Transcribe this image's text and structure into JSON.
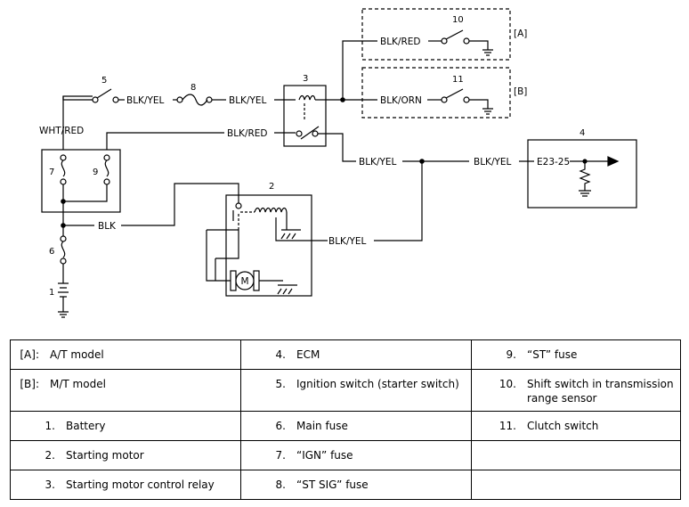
{
  "wires": {
    "w_wht_red": "WHT/RED",
    "w_blk_yel_1": "BLK/YEL",
    "w_blk_yel_2": "BLK/YEL",
    "w_blk_red_top": "BLK/RED",
    "w_blk_orn": "BLK/ORN",
    "w_blk_red_mid": "BLK/RED",
    "w_blk_yel_3": "BLK/YEL",
    "w_blk_yel_4": "BLK/YEL",
    "w_blk": "BLK",
    "w_blk_yel_5": "BLK/YEL",
    "terminal": "E23-25",
    "motor_symbol": "M"
  },
  "tags": {
    "a": "[A]",
    "b": "[B]"
  },
  "numbers": {
    "n1": "1",
    "n2": "2",
    "n3": "3",
    "n4": "4",
    "n5": "5",
    "n6": "6",
    "n7": "7",
    "n8": "8",
    "n9": "9",
    "n10": "10",
    "n11": "11"
  },
  "legend": {
    "rows": [
      [
        {
          "id": "[A]:",
          "text": "A/T model"
        },
        {
          "id": "4.",
          "text": "ECM"
        },
        {
          "id": "9.",
          "text": "“ST” fuse"
        }
      ],
      [
        {
          "id": "[B]:",
          "text": "M/T model"
        },
        {
          "id": "5.",
          "text": "Ignition switch (starter switch)"
        },
        {
          "id": "10.",
          "text": "Shift switch in transmission range sensor"
        }
      ],
      [
        {
          "id": "1.",
          "text": "Battery"
        },
        {
          "id": "6.",
          "text": "Main fuse"
        },
        {
          "id": "11.",
          "text": "Clutch switch"
        }
      ],
      [
        {
          "id": "2.",
          "text": "Starting motor"
        },
        {
          "id": "7.",
          "text": "“IGN” fuse"
        },
        {
          "id": "",
          "text": ""
        }
      ],
      [
        {
          "id": "3.",
          "text": "Starting motor control relay"
        },
        {
          "id": "8.",
          "text": "“ST SIG” fuse"
        },
        {
          "id": "",
          "text": ""
        }
      ]
    ]
  }
}
